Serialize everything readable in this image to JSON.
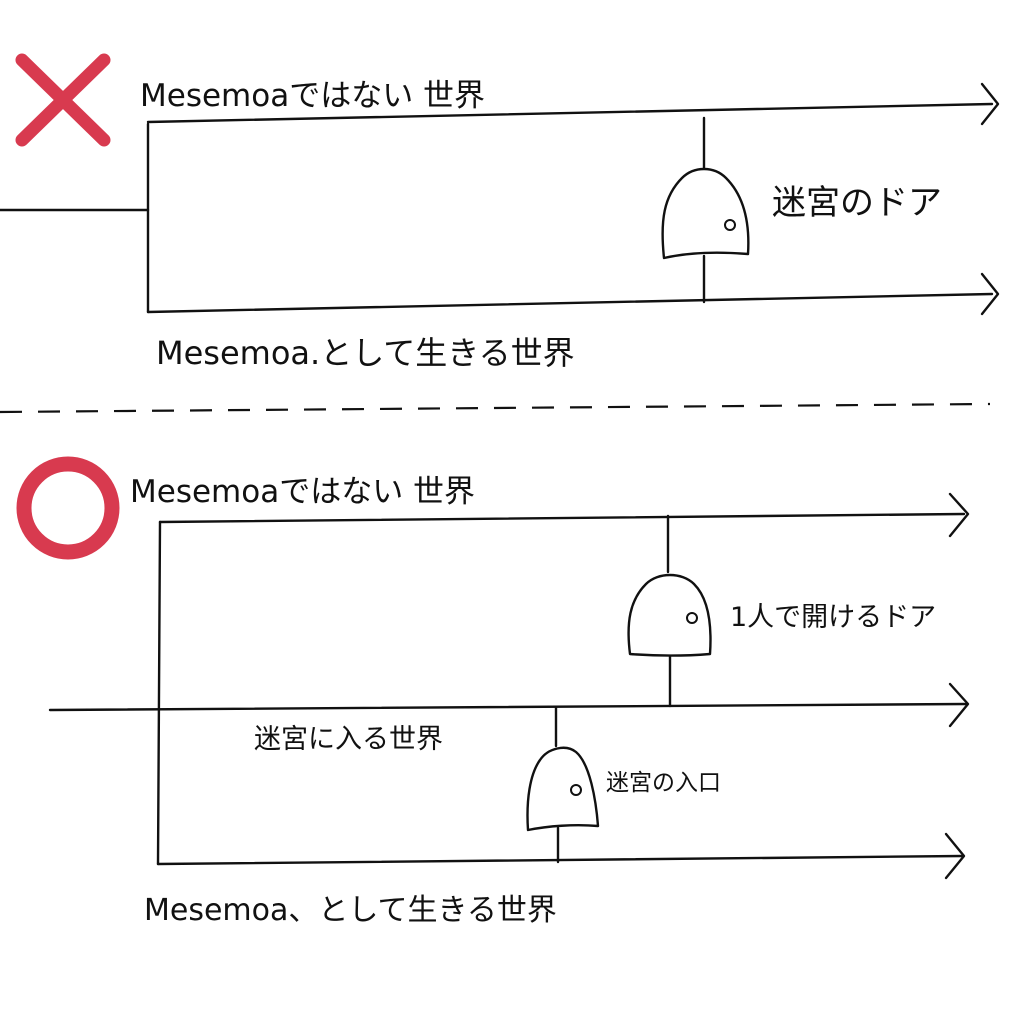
{
  "colors": {
    "mark": "#d83a4f",
    "ink": "#111111",
    "background": "#ffffff"
  },
  "panel_wrong": {
    "mark_icon": "cross-mark",
    "top_world_label": "Mesemoaではない 世界",
    "bottom_world_label": "Mesemoa.として生きる世界",
    "door_label": "迷宮のドア"
  },
  "panel_right": {
    "mark_icon": "circle-mark",
    "top_world_label": "Mesemoaではない 世界",
    "middle_world_label": "迷宮に入る世界",
    "bottom_world_label": "Mesemoa、として生きる世界",
    "upper_door_label": "1人で開けるドア",
    "lower_door_label": "迷宮の入口"
  }
}
